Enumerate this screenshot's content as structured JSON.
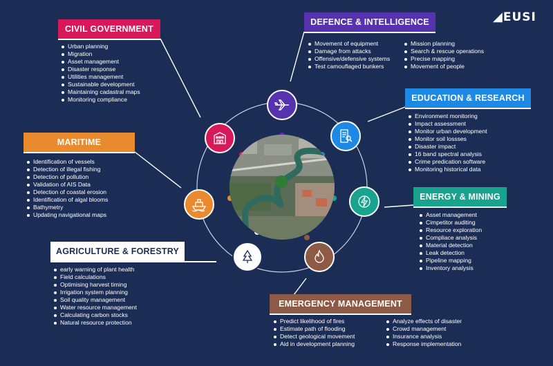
{
  "logo": {
    "text": "EUSI"
  },
  "colors": {
    "background": "#1c2d55",
    "civil": "#d7195a",
    "defence": "#5632ae",
    "education": "#1e88e5",
    "energy": "#17a38d",
    "emergency": "#8d5a45",
    "agriculture": "#ffffff",
    "maritime": "#e98a2f"
  },
  "sections": {
    "civil": {
      "title": "CIVIL GOVERNMENT",
      "icon": "building-icon",
      "items": [
        "Urban planning",
        "Migration",
        "Asset management",
        "Disaster response",
        "Utilities management",
        "Sustainable development",
        "Maintaining cadastral maps",
        "Monitoring compliance"
      ]
    },
    "defence": {
      "title": "DEFENCE & INTELLIGENCE",
      "icon": "airplane-icon",
      "items_left": [
        "Movement of equipment",
        "Damage from attacks",
        "Offensive/defensive systems",
        "Test camouflaged bunkers"
      ],
      "items_right": [
        "Mission planning",
        "Search & rescue operations",
        "Precise mapping",
        "Movement of people"
      ]
    },
    "education": {
      "title": "EDUCATION & RESEARCH",
      "icon": "document-search-icon",
      "items": [
        "Environment monitoring",
        "Impact assessment",
        "Monitor urban development",
        "Monitor soil lossses",
        "Disaster impact",
        "16 band spectral analysis",
        "Crime predication software",
        "Monitoring historical data"
      ]
    },
    "energy": {
      "title": "ENERGY & MINING",
      "icon": "energy-icon",
      "items": [
        "Asset management",
        "Cimpetitor auditing",
        "Resource exploration",
        "Compliace analysis",
        "Material detection",
        "Leak detection",
        "Pipeline mapping",
        "Inventory analysis"
      ]
    },
    "emergency": {
      "title": "EMERGENCY MANAGEMENT",
      "icon": "fire-icon",
      "items_left": [
        "Predict likelihood of fires",
        "Estimate path of flooding",
        "Detect geological movement",
        "Aid in development planning"
      ],
      "items_right": [
        "Analyze effects of disaster",
        "Crowd management",
        "Insurance analysis",
        "Response implementation"
      ]
    },
    "agriculture": {
      "title": "AGRICULTURE & FORESTRY",
      "icon": "tree-icon",
      "items": [
        "early warning of plant health",
        "Field calculations",
        "Optimising harvest timing",
        "Irrigation system planning",
        "Soil quality management",
        "Water resource management",
        "Calculating carbon stocks",
        "Natural resource protection"
      ]
    },
    "maritime": {
      "title": "MARITIME",
      "icon": "ship-icon",
      "items": [
        "Identification of vessels",
        "Detection of illegal fishing",
        "Detection of pollution",
        "Validation of AIS Data",
        "Detection of coastal erosion",
        "Identification of algal blooms",
        "Bathymetry",
        "Updating navigational maps"
      ]
    }
  }
}
